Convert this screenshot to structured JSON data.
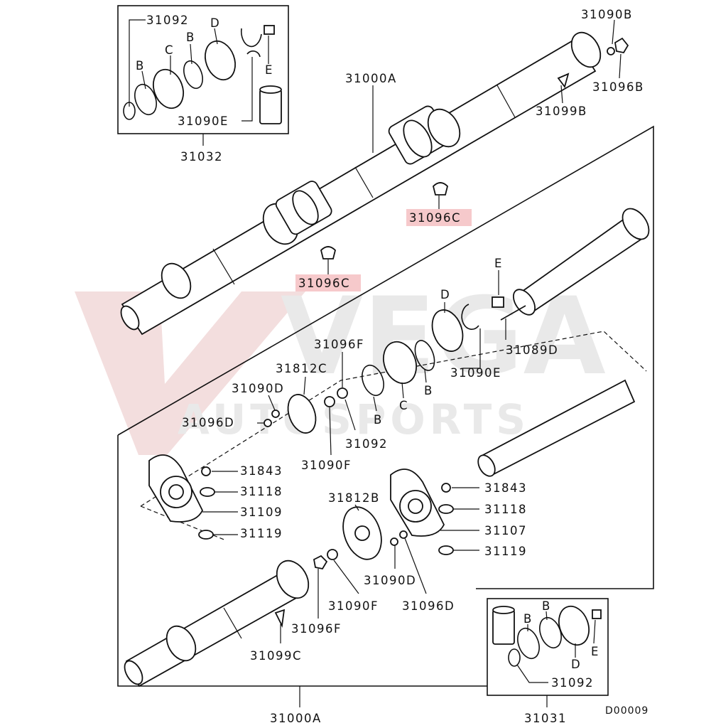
{
  "watermark": {
    "brand": "VEGA",
    "sub": "AUTOSPORTS"
  },
  "diagram_code": "D00009",
  "highlight_color": "#f6c9cb",
  "callouts": {
    "k31092_top": "31092",
    "kB_1": "B",
    "kC_1": "C",
    "kB_2": "B",
    "kD_1": "D",
    "kE_1": "E",
    "k31090E_top": "31090E",
    "k31032": "31032",
    "k31000A_top": "31000A",
    "k31090B": "31090B",
    "k31096B": "31096B",
    "k31099B": "31099B",
    "k31096C_a": "31096C",
    "k31096C_b": "31096C",
    "kE_2": "E",
    "kD_2": "D",
    "k31089D": "31089D",
    "k31090E_mid": "31090E",
    "kB_3": "B",
    "kC_2": "C",
    "kB_4": "B",
    "k31096F_top": "31096F",
    "k31812C": "31812C",
    "k31090D_l": "31090D",
    "k31096D_l": "31096D",
    "k31092_mid": "31092",
    "k31090F_mid": "31090F",
    "k31843_l": "31843",
    "k31118_l": "31118",
    "k31109": "31109",
    "k31119_l": "31119",
    "k31812B": "31812B",
    "k31843_r": "31843",
    "k31118_r": "31118",
    "k31107": "31107",
    "k31119_r": "31119",
    "k31090D_b": "31090D",
    "k31096D_b": "31096D",
    "k31090F_b": "31090F",
    "k31096F_b": "31096F",
    "k31099C": "31099C",
    "kB_5": "B",
    "kB_6": "B",
    "kE_3": "E",
    "kD_3": "D",
    "k31092_bot": "31092",
    "k31000A_bot": "31000A",
    "k31031": "31031"
  }
}
